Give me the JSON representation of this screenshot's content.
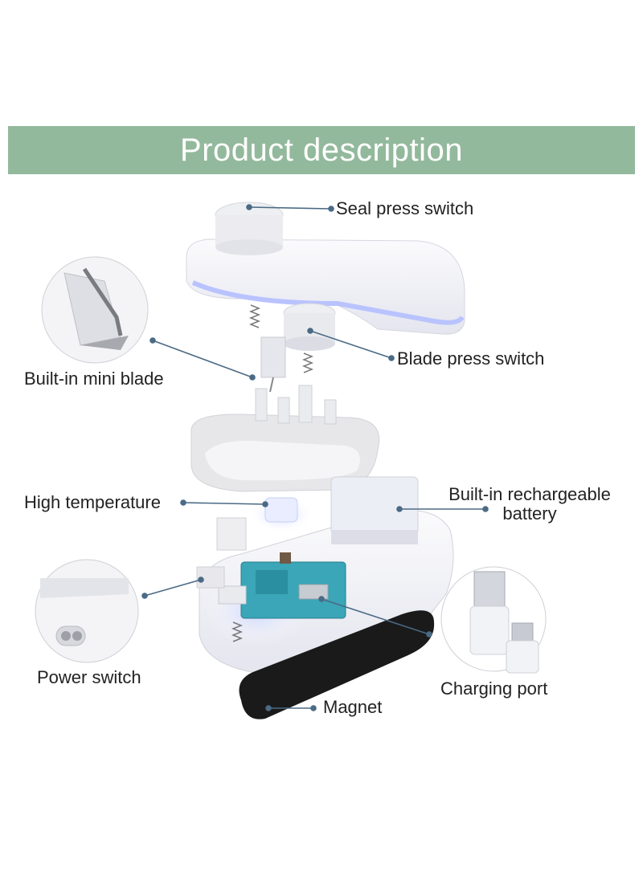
{
  "banner": {
    "title": "Product description",
    "color": "#93b99c"
  },
  "labels": {
    "seal_press_switch": "Seal press switch",
    "blade_press_switch": "Blade press switch",
    "built_in_mini_blade": "Built-in mini blade",
    "high_temperature": "High temperature",
    "battery_line1": "Built-in rechargeable",
    "battery_line2": "battery",
    "power_switch": "Power switch",
    "charging_port": "Charging port",
    "magnet": "Magnet"
  },
  "colors": {
    "leader_line": "#4a6a85",
    "body": "#f1f2f5",
    "shadow": "#dfe0ea",
    "glow": "#aebcff",
    "pcb": "#3aa6b8",
    "magnet": "#1a1a1a"
  }
}
